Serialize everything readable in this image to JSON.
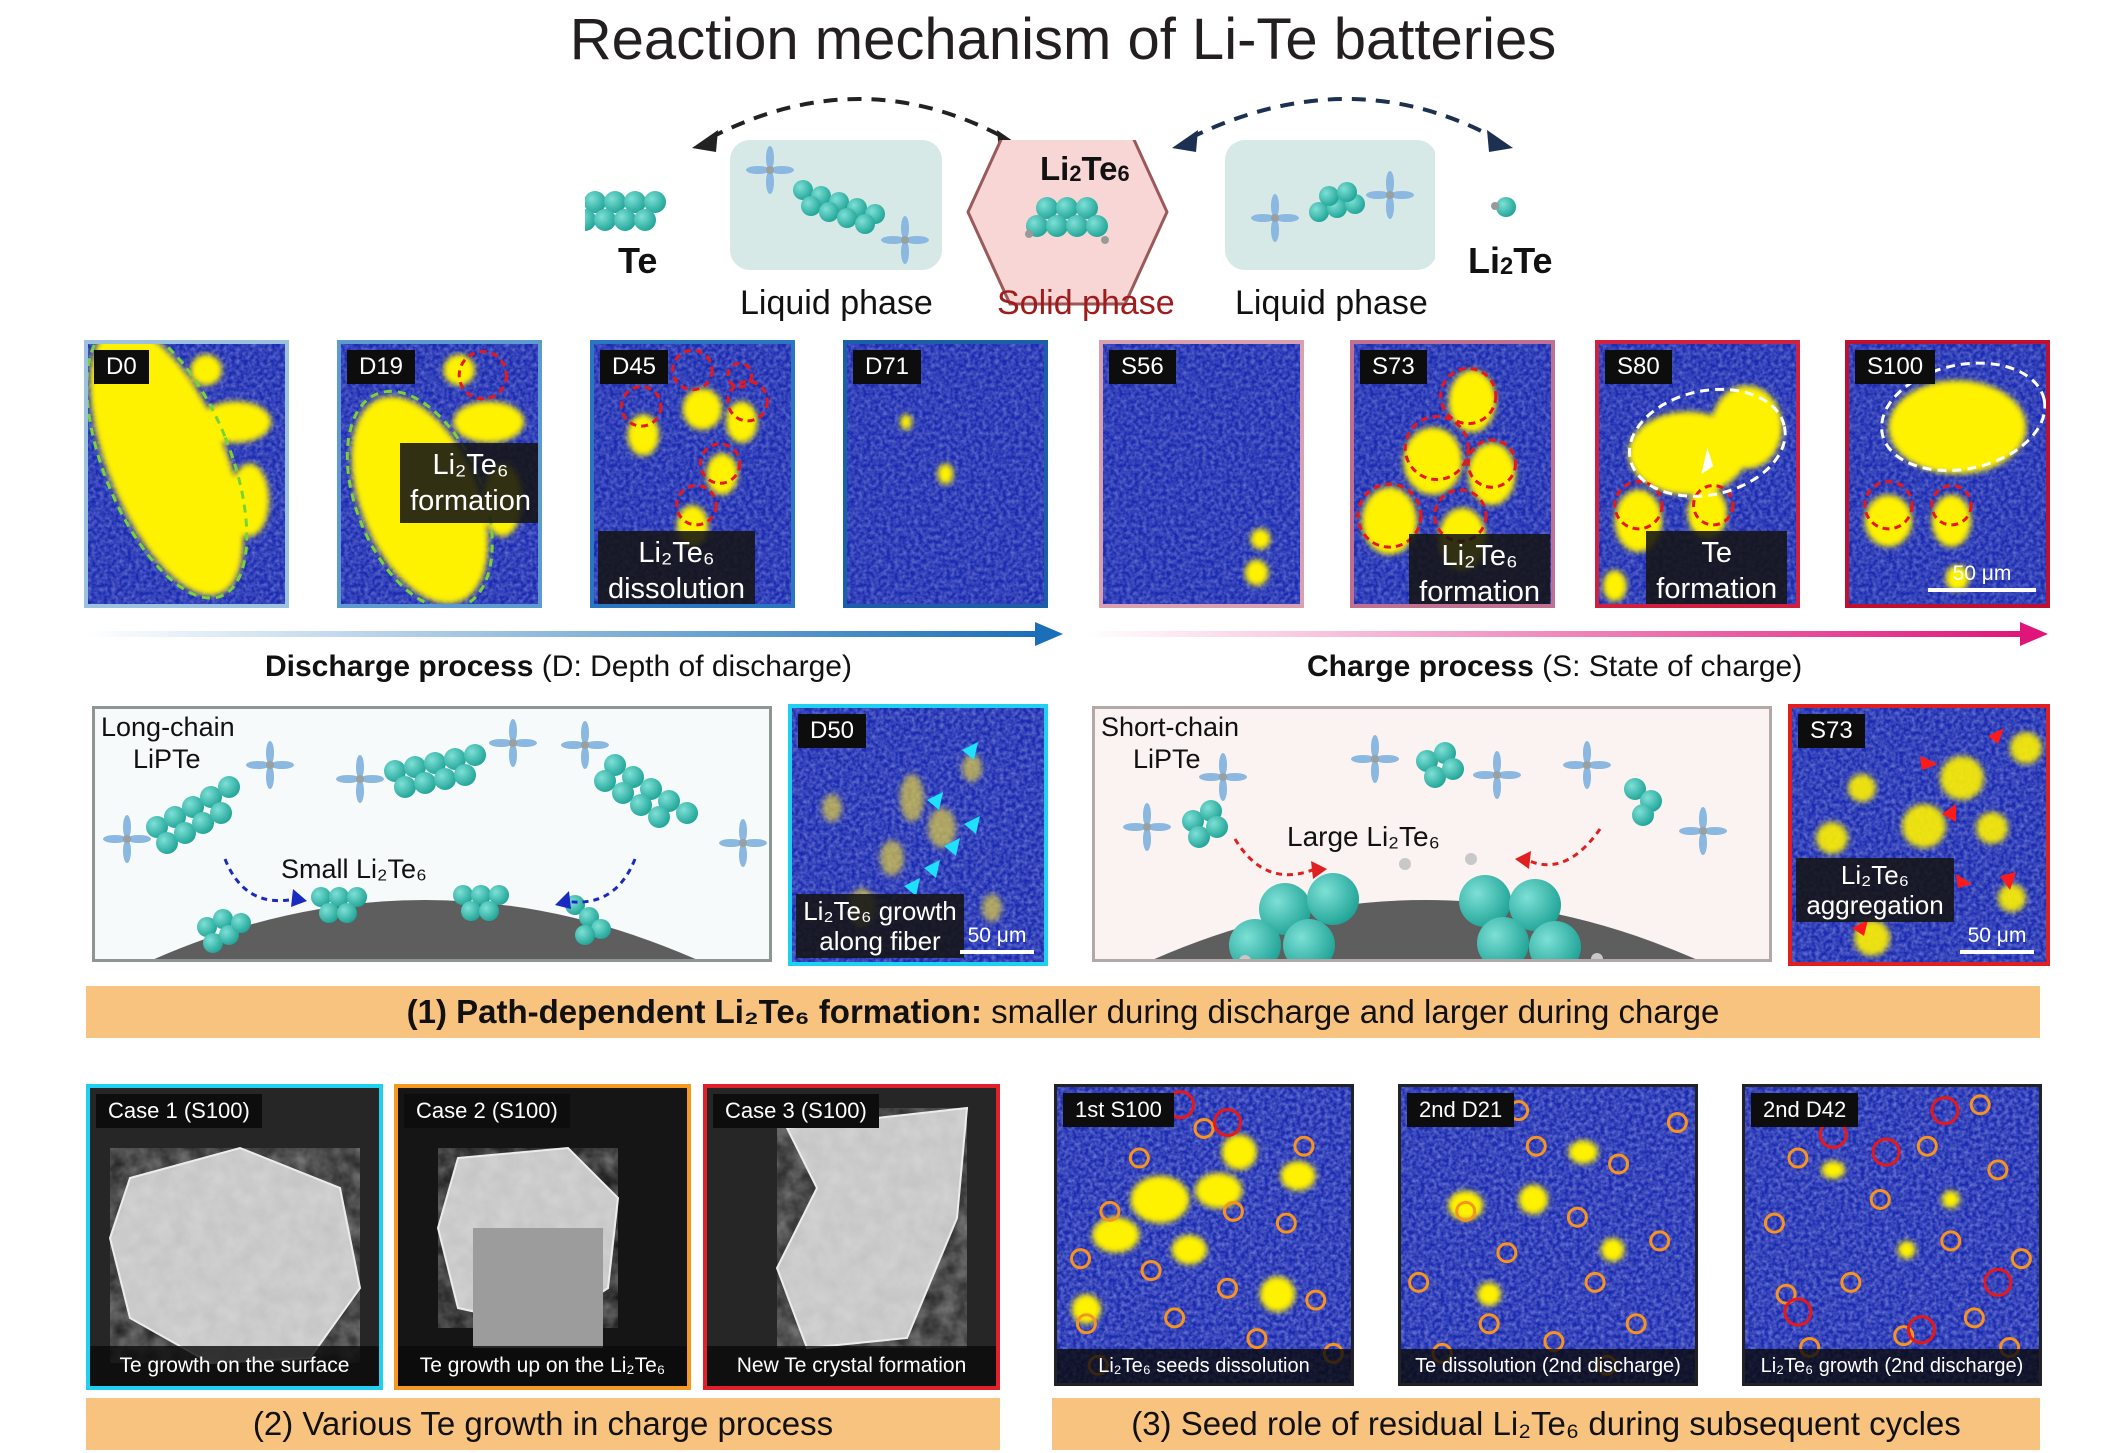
{
  "title": "Reaction mechanism of Li-Te batteries",
  "mechanism": {
    "te": "Te",
    "li2te6": "Li2Te6",
    "li2te": "Li2Te",
    "liquid_left": "Liquid phase",
    "solid": "Solid phase",
    "liquid_right": "Liquid phase"
  },
  "colors": {
    "yellow": "#fff200",
    "blue": "#1b2bb0",
    "teal": "#36c2b4",
    "banner": "#f8c27f",
    "solid_red": "#a01c1c",
    "discharge_arrow": "#1a6fb8",
    "charge_arrow": "#e0157a"
  },
  "maps": [
    {
      "tag": "D0"
    },
    {
      "tag": "D19",
      "overlay": [
        "Li₂Te₆",
        "formation"
      ]
    },
    {
      "tag": "D45",
      "overlay": [
        "Li₂Te₆",
        "dissolution"
      ]
    },
    {
      "tag": "D71"
    },
    {
      "tag": "S56"
    },
    {
      "tag": "S73",
      "overlay": [
        "Li₂Te₆",
        "formation"
      ]
    },
    {
      "tag": "S80",
      "overlay": [
        "Te",
        "formation"
      ]
    },
    {
      "tag": "S100",
      "scale": "50 μm"
    }
  ],
  "process": {
    "discharge_bold": "Discharge process",
    "discharge_rest": " (D: Depth of discharge)",
    "charge_bold": "Charge process",
    "charge_rest": " (S: State of charge)"
  },
  "schematic_left": {
    "label1": "Long-chain",
    "label2": "LiPTe",
    "product": "Small Li₂Te₆"
  },
  "d50": {
    "tag": "D50",
    "overlay": [
      "Li₂Te₆ growth",
      "along fiber"
    ],
    "scale": "50 μm"
  },
  "schematic_right": {
    "label1": "Short-chain",
    "label2": "LiPTe",
    "product": "Large Li₂Te₆"
  },
  "s73b": {
    "tag": "S73",
    "overlay": [
      "Li₂Te₆",
      "aggregation"
    ],
    "scale": "50 μm"
  },
  "banner1": {
    "bold": "(1) Path-dependent Li₂Te₆ formation:",
    "rest": " smaller during discharge and larger during charge"
  },
  "sem": [
    {
      "tag": "Case 1 (S100)",
      "caption": "Te growth on the surface"
    },
    {
      "tag": "Case 2 (S100)",
      "caption": "Te growth up on the Li₂Te₆"
    },
    {
      "tag": "Case 3 (S100)",
      "caption": "New Te crystal formation"
    }
  ],
  "banner2": "(2) Various Te growth in charge process",
  "seed_maps": [
    {
      "tag": "1st S100",
      "caption": "Li₂Te₆ seeds dissolution"
    },
    {
      "tag": "2nd D21",
      "caption": "Te dissolution (2nd discharge)"
    },
    {
      "tag": "2nd D42",
      "caption": "Li₂Te₆ growth (2nd discharge)"
    }
  ],
  "banner3": "(3) Seed role of residual Li₂Te₆ during subsequent cycles"
}
